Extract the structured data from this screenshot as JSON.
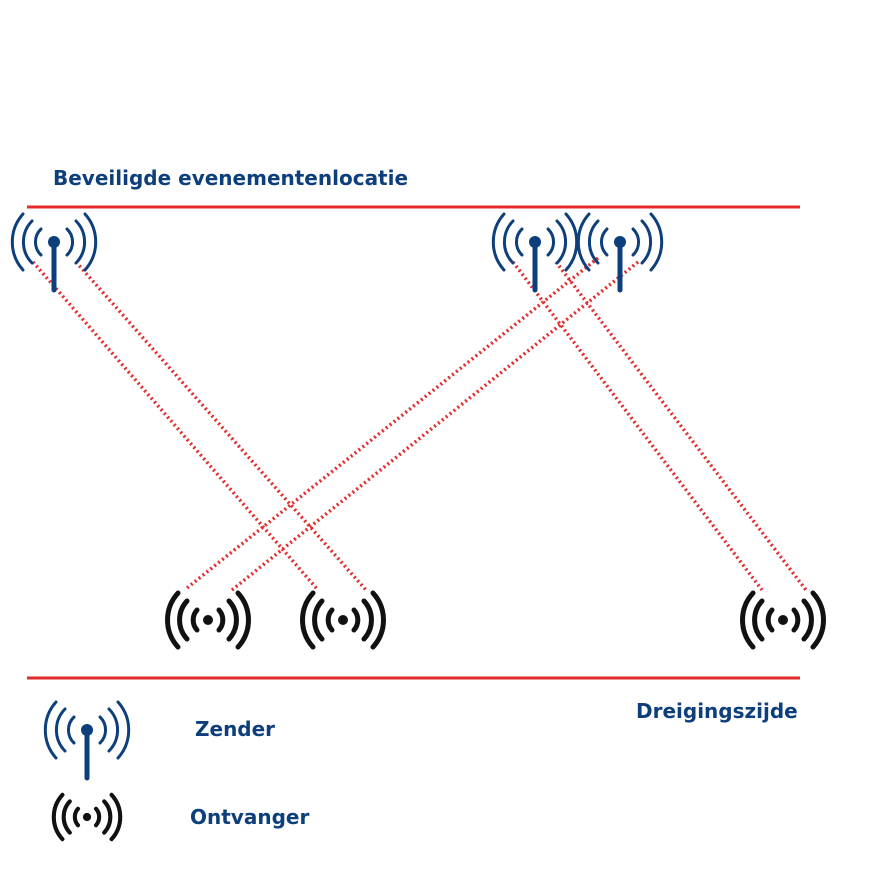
{
  "colors": {
    "line": "#e32b2b",
    "text": "#0d3f7c",
    "transmitter": "#0d3f7c",
    "receiver": "#111111"
  },
  "labels": {
    "top": "Beveiligde evenementenlocatie",
    "bottom": "Dreigingszijde"
  },
  "legend": {
    "transmitter": "Zender",
    "receiver": "Ontvanger"
  }
}
